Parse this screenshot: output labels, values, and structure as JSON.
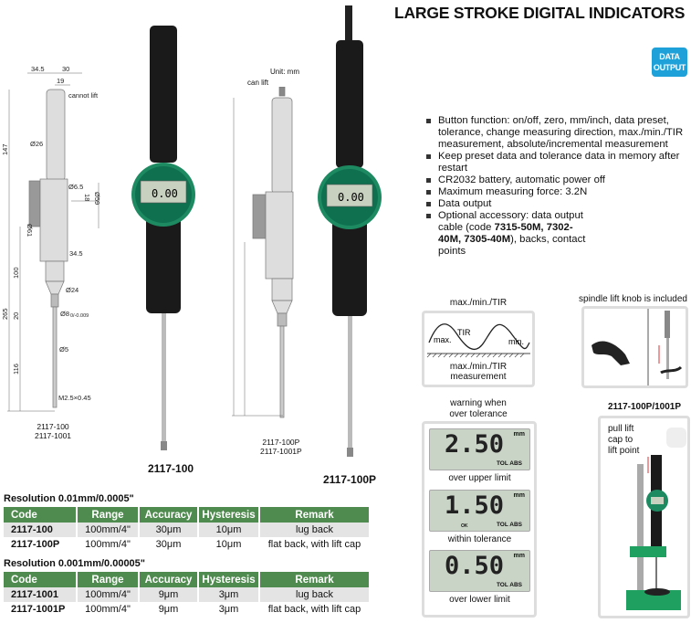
{
  "title": "LARGE STROKE DIGITAL INDICATORS",
  "badge": {
    "line1": "DATA",
    "line2": "OUTPUT",
    "color": "#1ea0d8"
  },
  "features": [
    "Button function: on/off, zero, mm/inch, data preset, tolerance, change measuring direction, max./min./TIR measurement, absolute/incremental measurement",
    "Keep preset data and tolerance data in memory after restart",
    "CR2032 battery, automatic power off",
    "Maximum measuring force: 3.2N",
    "Data output"
  ],
  "optional": {
    "prefix": "Optional accessory: data output cable (code ",
    "codes": "7315-50M, 7302-40M, 7305-40M",
    "suffix": "), backs, contact points"
  },
  "drawings": {
    "unit": "Unit: mm",
    "left": {
      "note": "cannot lift",
      "codes": [
        "2117-100",
        "2117-1001"
      ],
      "dims": {
        "w1": "34.5",
        "w2": "30",
        "w3": "19",
        "h1": "147",
        "d26": "Ø26",
        "d61": "Ø61",
        "d65": "Ø6.5",
        "d18": "18",
        "d59": "Ø59",
        "w345": "34.5",
        "h100": "100",
        "d24": "Ø24",
        "h265": "265",
        "h20": "20",
        "d8": "Ø8",
        "tol": "0/-0.009",
        "d5": "Ø5",
        "h116": "116",
        "thread": "M2.5×0.45"
      }
    },
    "right": {
      "note": "can lift",
      "codes": [
        "2117-100P",
        "2117-1001P"
      ]
    }
  },
  "photos": {
    "left_model": "2117-100",
    "right_model": "2117-100P",
    "display": "0.00"
  },
  "tables": [
    {
      "title": "Resolution 0.01mm/0.0005\"",
      "headers": [
        "Code",
        "Range",
        "Accuracy",
        "Hysteresis",
        "Remark"
      ],
      "rows": [
        [
          "2117-100",
          "100mm/4\"",
          "30μm",
          "10μm",
          "lug back"
        ],
        [
          "2117-100P",
          "100mm/4\"",
          "30μm",
          "10μm",
          "flat back, with lift cap"
        ]
      ]
    },
    {
      "title": "Resolution 0.001mm/0.00005\"",
      "headers": [
        "Code",
        "Range",
        "Accuracy",
        "Hysteresis",
        "Remark"
      ],
      "rows": [
        [
          "2117-1001",
          "100mm/4\"",
          "9μm",
          "3μm",
          "lug back"
        ],
        [
          "2117-1001P",
          "100mm/4\"",
          "9μm",
          "3μm",
          "flat back, with lift cap"
        ]
      ]
    }
  ],
  "tir": {
    "title": "max./min./TIR",
    "max": "max.",
    "tir": "TIR",
    "min": "min.",
    "caption1": "max./min./TIR",
    "caption2": "measurement"
  },
  "knob": {
    "title": "spindle lift knob is included"
  },
  "warning": {
    "title1": "warning when",
    "title2": "over tolerance",
    "unit": "mm",
    "tol": "TOL ABS",
    "displays": [
      {
        "value": "2.50",
        "caption": "over upper limit"
      },
      {
        "value": "1.50",
        "caption": "within tolerance",
        "flag": "OK"
      },
      {
        "value": "0.50",
        "caption": "over lower limit"
      }
    ]
  },
  "stand": {
    "title": "2117-100P/1001P",
    "note1": "pull lift",
    "note2": "cap to",
    "note3": "lift point"
  }
}
